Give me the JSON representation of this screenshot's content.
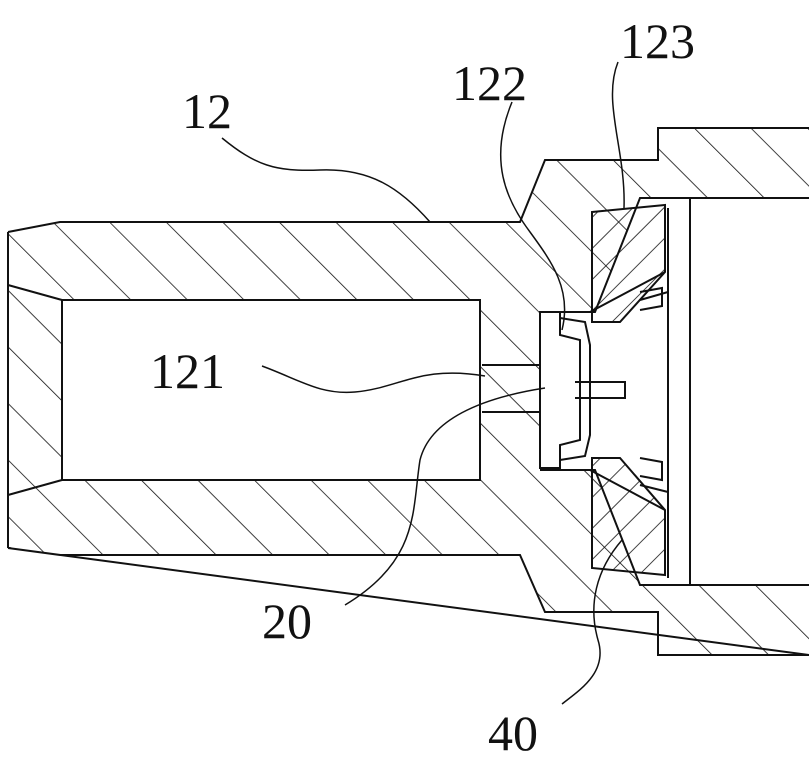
{
  "labels": {
    "part_12": "12",
    "part_122": "122",
    "part_123": "123",
    "part_121": "121",
    "part_20": "20",
    "part_40": "40"
  },
  "colors": {
    "line": "#111111",
    "background": "#ffffff"
  }
}
